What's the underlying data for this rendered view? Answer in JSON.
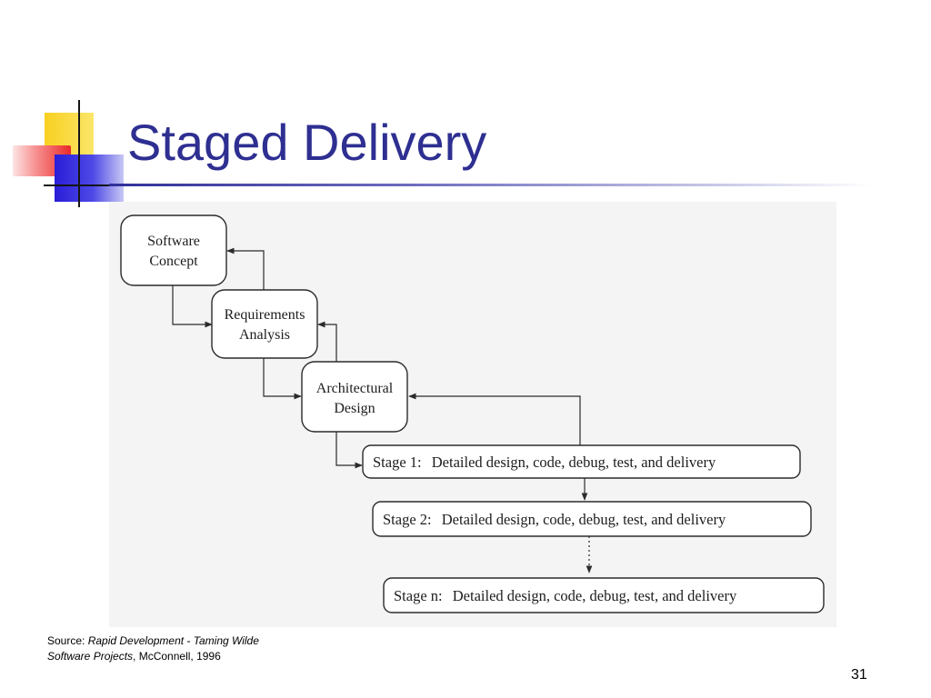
{
  "slide": {
    "title": "Staged Delivery",
    "page_number": "31",
    "colors": {
      "title": "#2e2f91",
      "rule": "#30309a",
      "logo_yellow": "#f8d020",
      "logo_red": "#ea2a2a",
      "logo_blue": "#2a1ed8"
    }
  },
  "diagram": {
    "boxes": {
      "software_concept": [
        "Software",
        "Concept"
      ],
      "requirements_analysis": [
        "Requirements",
        "Analysis"
      ],
      "architectural_design": [
        "Architectural",
        "Design"
      ]
    },
    "stages": [
      {
        "label": "Stage 1:",
        "text": "Detailed design, code, debug, test, and delivery"
      },
      {
        "label": "Stage 2:",
        "text": "Detailed design, code, debug, test, and delivery"
      },
      {
        "label": "Stage n:",
        "text": "Detailed design, code, debug, test, and delivery"
      }
    ]
  },
  "source": {
    "prefix": "Source: ",
    "title_italic_1": "Rapid Development - Taming Wilde",
    "title_italic_2": "Software Projects",
    "suffix": ", McConnell, 1996"
  }
}
